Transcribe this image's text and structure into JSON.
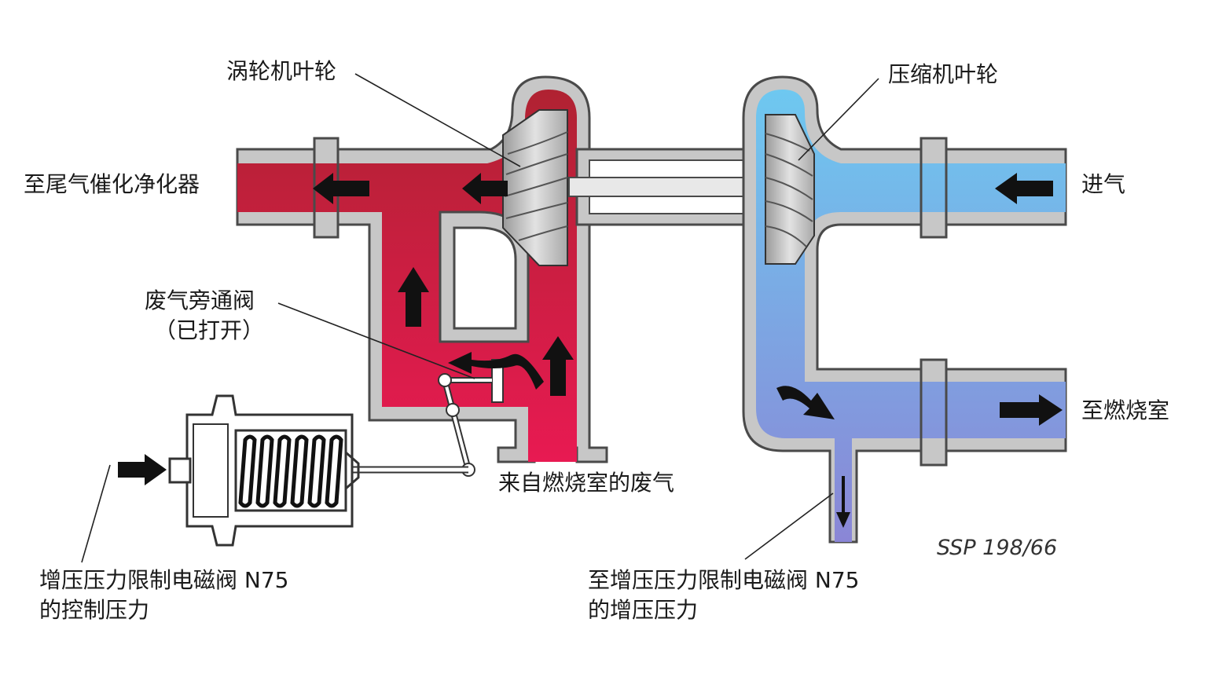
{
  "colors": {
    "exhaust_dark": "#b02232",
    "exhaust_light": "#e81a52",
    "intake_light": "#6ec8f0",
    "intake_dark": "#8088d8",
    "housing_gray": "#c7c7c7",
    "outline": "#4a4a4a",
    "arrow": "#111111",
    "background": "#ffffff"
  },
  "labels": {
    "turbine_wheel": "涡轮机叶轮",
    "compressor_wheel": "压缩机叶轮",
    "to_catalyst": "至尾气催化净化器",
    "intake_air": "进气",
    "wastegate_line1": "废气旁通阀",
    "wastegate_line2": "（已打开）",
    "exhaust_from_chamber": "来自燃烧室的废气",
    "to_combustion_chamber": "至燃烧室",
    "control_pressure_line1": "增压压力限制电磁阀 N75",
    "control_pressure_line2": "的控制压力",
    "boost_pressure_line1": "至增压压力限制电磁阀 N75",
    "boost_pressure_line2": "的增压压力",
    "figure_ref": "SSP 198/66"
  }
}
